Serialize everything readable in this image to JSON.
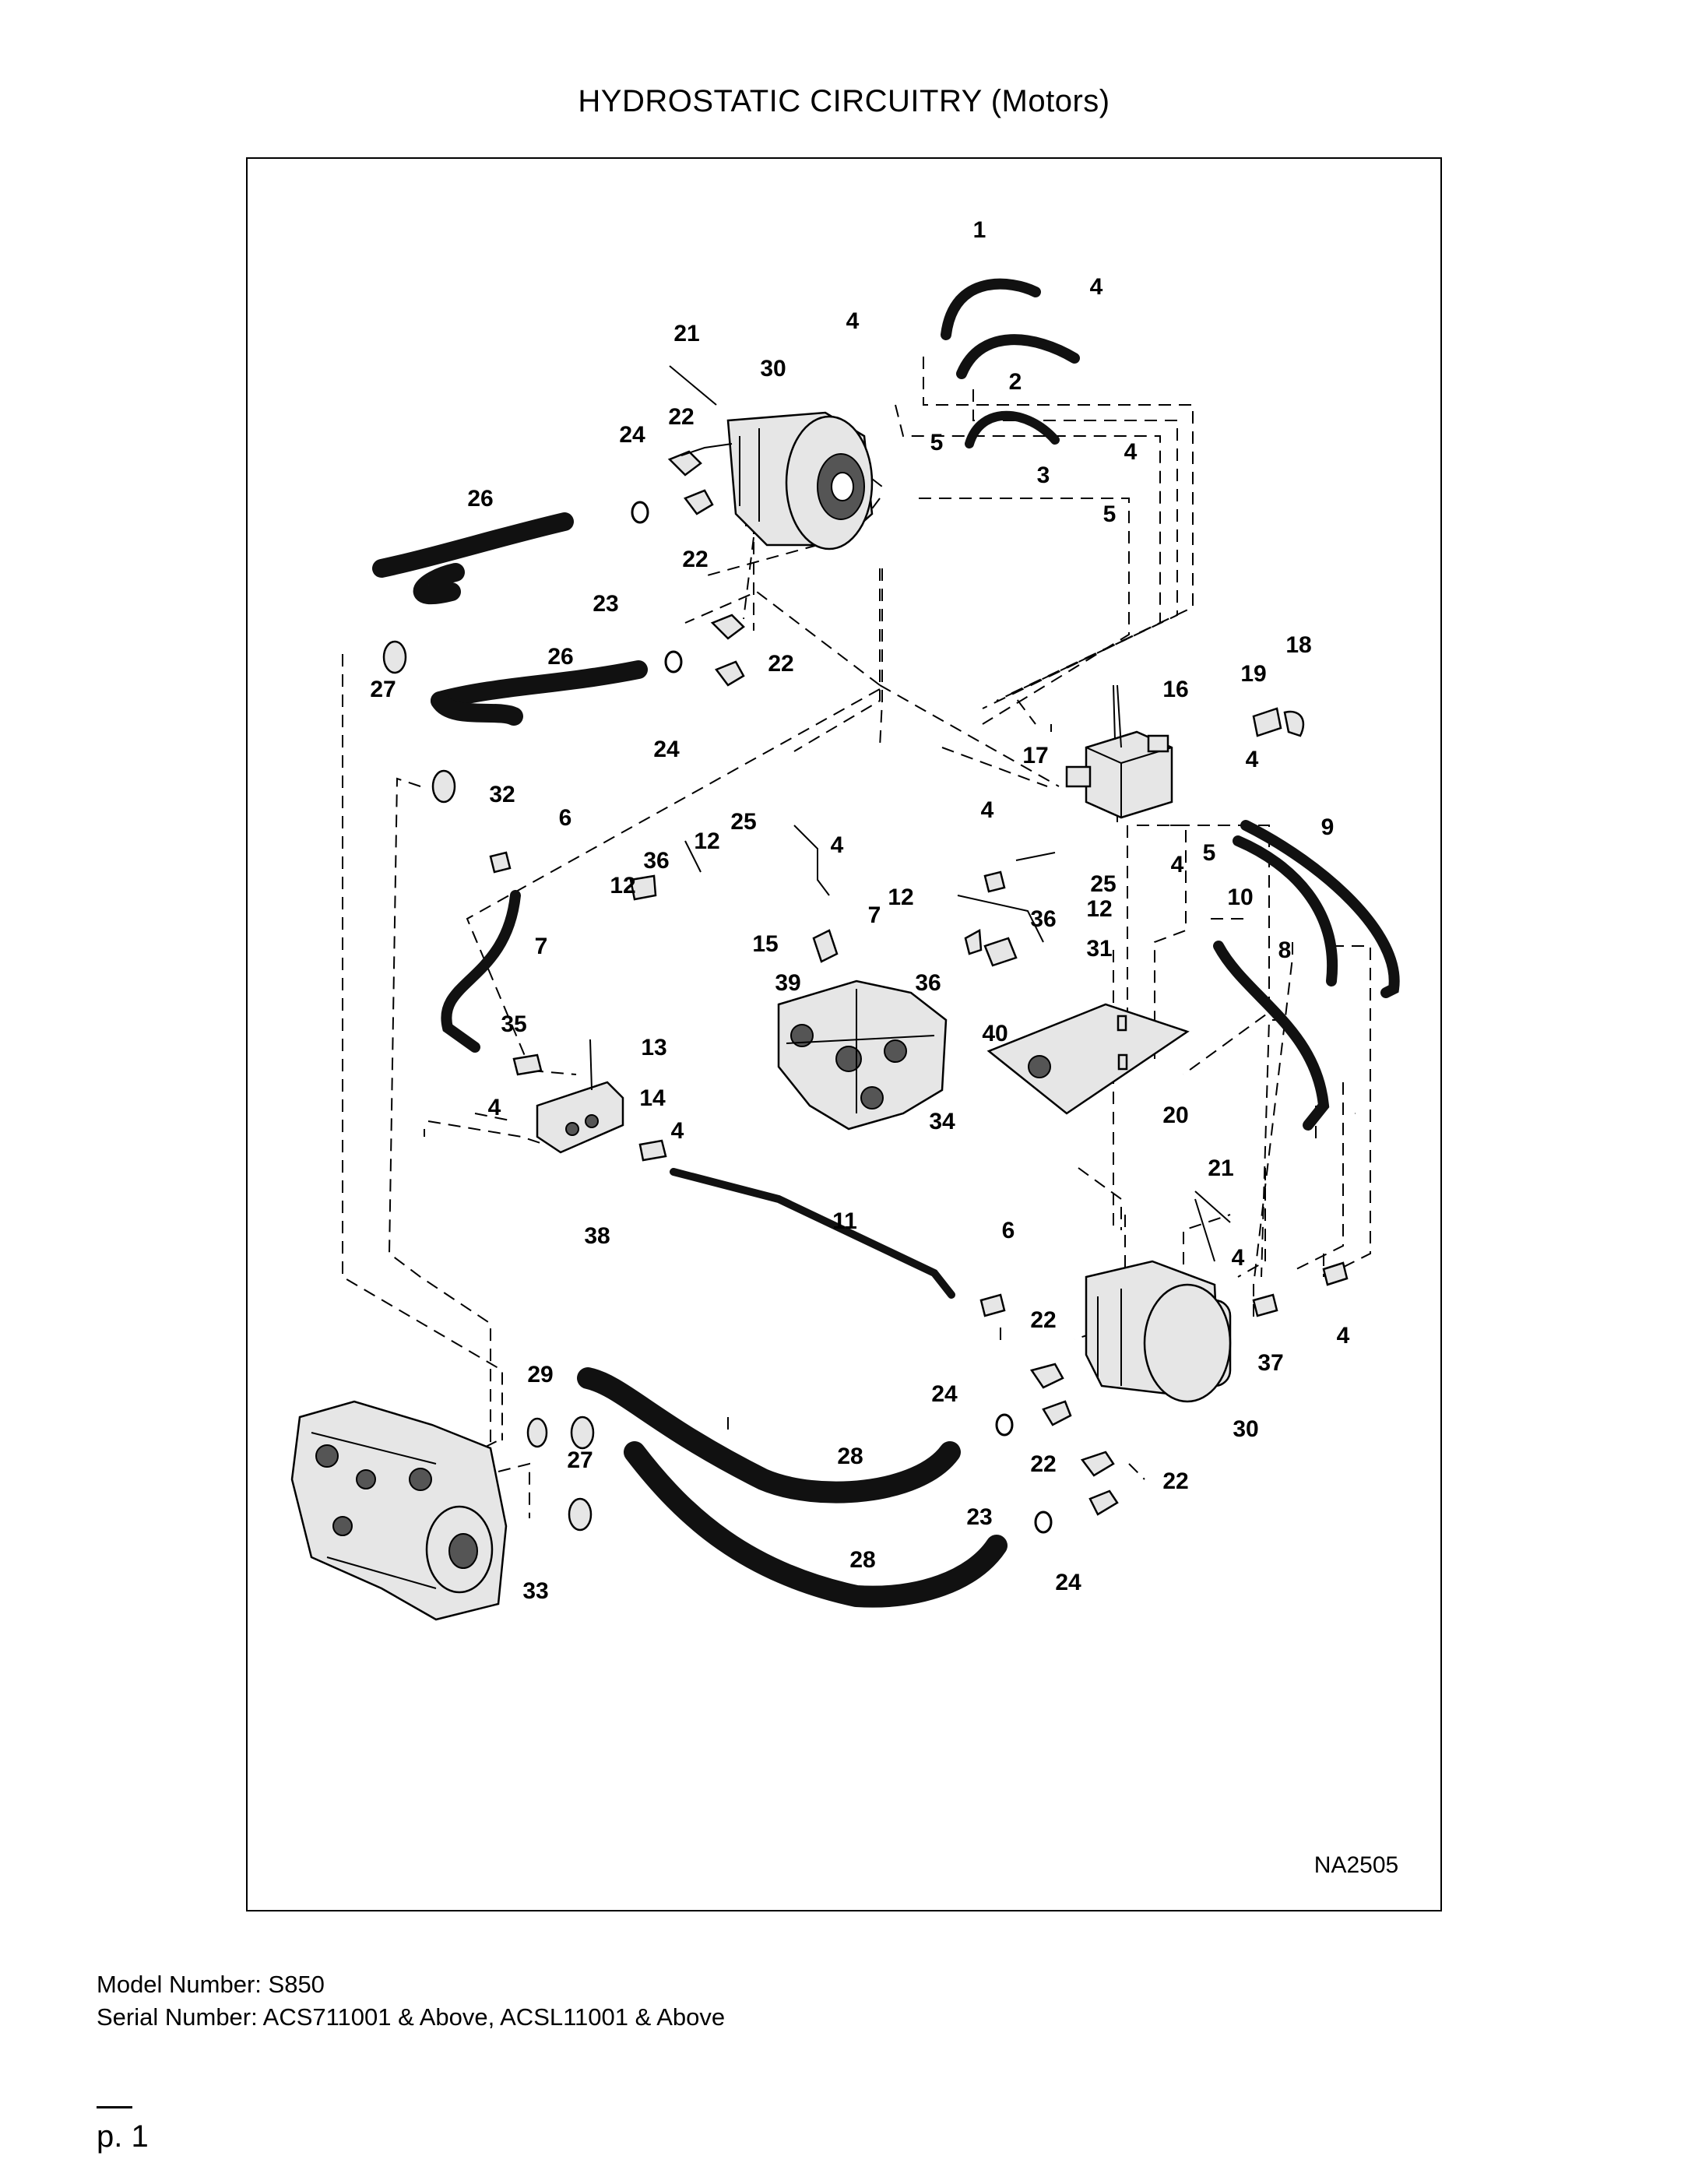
{
  "title": "HYDROSTATIC CIRCUITRY (Motors)",
  "drawing_code": "NA2505",
  "model_line": "Model Number: S850",
  "serial_line": "Serial Number: ACS711001 & Above, ACSL11001 & Above",
  "page_label": "p. 1",
  "callouts": [
    "1",
    "2",
    "3",
    "4",
    "4",
    "4",
    "4",
    "4",
    "4",
    "4",
    "4",
    "4",
    "4",
    "4",
    "5",
    "5",
    "5",
    "6",
    "6",
    "7",
    "7",
    "8",
    "9",
    "10",
    "11",
    "12",
    "12",
    "12",
    "12",
    "13",
    "14",
    "15",
    "16",
    "17",
    "18",
    "19",
    "20",
    "21",
    "21",
    "22",
    "22",
    "22",
    "22",
    "22",
    "22",
    "23",
    "23",
    "24",
    "24",
    "24",
    "24",
    "25",
    "25",
    "26",
    "26",
    "27",
    "27",
    "28",
    "28",
    "29",
    "30",
    "30",
    "31",
    "32",
    "33",
    "34",
    "35",
    "36",
    "36",
    "36",
    "37",
    "38",
    "39",
    "40"
  ]
}
